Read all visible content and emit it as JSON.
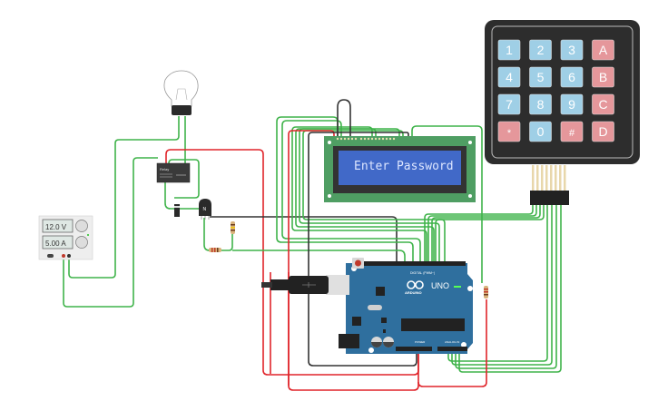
{
  "title": "Password-controlled lamp circuit",
  "colors": {
    "wire_green": "#3fb34a",
    "wire_red": "#e0242a",
    "wire_black": "#333333",
    "arduino_blue": "#2f6f9e",
    "lcd_pcb": "#4f9e63",
    "lcd_screen": "#4169c8",
    "keypad_body": "#2d2d2d",
    "key_blue": "#9fcfe6",
    "key_red": "#e5979b"
  },
  "power_supply": {
    "voltage": "12.0 V",
    "current": "5.00 A"
  },
  "lcd": {
    "text": "Enter Password"
  },
  "keypad": {
    "keys": [
      {
        "label": "1",
        "type": "num"
      },
      {
        "label": "2",
        "type": "num"
      },
      {
        "label": "3",
        "type": "num"
      },
      {
        "label": "A",
        "type": "func"
      },
      {
        "label": "4",
        "type": "num"
      },
      {
        "label": "5",
        "type": "num"
      },
      {
        "label": "6",
        "type": "num"
      },
      {
        "label": "B",
        "type": "func"
      },
      {
        "label": "7",
        "type": "num"
      },
      {
        "label": "8",
        "type": "num"
      },
      {
        "label": "9",
        "type": "num"
      },
      {
        "label": "C",
        "type": "func"
      },
      {
        "label": "*",
        "type": "func"
      },
      {
        "label": "0",
        "type": "num"
      },
      {
        "label": "#",
        "type": "func"
      },
      {
        "label": "D",
        "type": "func"
      }
    ]
  },
  "arduino": {
    "brand": "ARDUINO",
    "model": "UNO",
    "digital_label": "DIGITAL (PWM~)",
    "power_label": "POWER",
    "analog_label": "ANALOG IN"
  },
  "transistor": {
    "label": "N"
  },
  "relay": {
    "label": "Relay"
  }
}
